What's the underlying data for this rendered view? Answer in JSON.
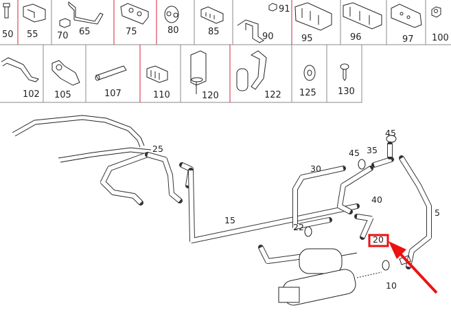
{
  "parts_grid": {
    "row1": [
      "50",
      "55",
      "70",
      "65",
      "75",
      "80",
      "85",
      "91",
      "90",
      "95",
      "96",
      "97",
      "100"
    ],
    "row2": [
      "102",
      "105",
      "107",
      "110",
      "120",
      "122",
      "125",
      "130"
    ]
  },
  "diagram": {
    "callouts": [
      "45",
      "45",
      "35",
      "25",
      "30",
      "40",
      "5",
      "15",
      "22",
      "20",
      "10"
    ],
    "highlighted": "20"
  },
  "colors": {
    "highlight": "#ee1111",
    "cell_border": "#8a8a8a",
    "accent_line": "#d8203a"
  }
}
